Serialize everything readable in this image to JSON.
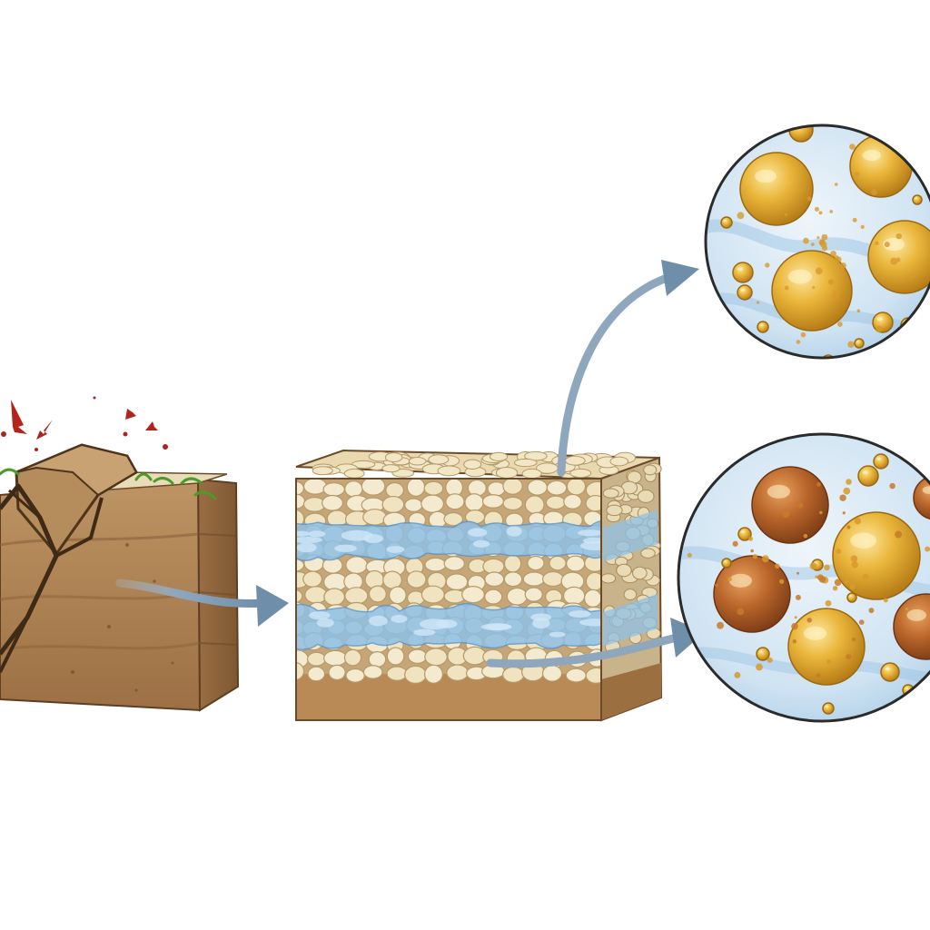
{
  "diagram": {
    "text_labels": [],
    "stages": [
      {
        "id": "cracked-soil-block",
        "kind": "cracked dry soil block with stress markers"
      },
      {
        "id": "treated-soil-block",
        "kind": "layered granular soil block with water bands"
      },
      {
        "id": "magnified-view-top",
        "kind": "magnified circle of golden particles in fluid"
      },
      {
        "id": "magnified-view-bottom",
        "kind": "magnified circle of golden and rust-brown particles in fluid"
      }
    ],
    "connectors": [
      {
        "from": "cracked-soil-block",
        "to": "treated-soil-block",
        "style": "curved-arrow"
      },
      {
        "from": "treated-soil-block",
        "to": "magnified-view-top",
        "style": "curved-arrow"
      },
      {
        "from": "treated-soil-block",
        "to": "magnified-view-bottom",
        "style": "curved-arrow"
      }
    ],
    "colors": {
      "soil": "#b08556",
      "soil_dark": "#8a6238",
      "granule": "#efe3c0",
      "water": "#8fc0e6",
      "arrow": "#7f9bb4",
      "stress_mark": "#b2231b",
      "grass": "#4c9a2a",
      "particle_gold": "#e2a92b",
      "particle_rust": "#b8652a",
      "lens_fluid": "#dbeaf4"
    }
  }
}
